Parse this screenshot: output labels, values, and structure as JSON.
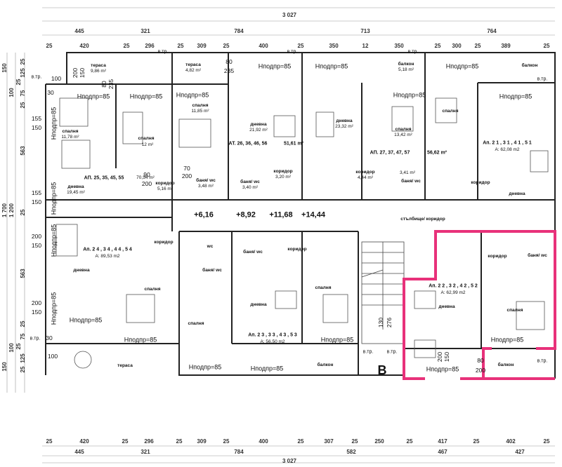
{
  "dims_top": {
    "total": "3 027",
    "row2": [
      "445",
      "321",
      "784",
      "713",
      "764"
    ],
    "row3": [
      "25",
      "420",
      "25",
      "296",
      "25",
      "309",
      "25",
      "400",
      "25",
      "350",
      "12",
      "350",
      "25",
      "300",
      "25",
      "389",
      "25"
    ]
  },
  "dims_bottom": {
    "total": "3 027",
    "row2": [
      "445",
      "321",
      "784",
      "582",
      "467",
      "427"
    ],
    "row1": [
      "25",
      "420",
      "25",
      "296",
      "25",
      "309",
      "25",
      "400",
      "25",
      "307",
      "25",
      "250",
      "25",
      "417",
      "25",
      "402",
      "25"
    ]
  },
  "dims_left": {
    "total": "1 700",
    "mid": [
      "150",
      "100",
      "1 200",
      "100",
      "150"
    ],
    "inner": [
      "25",
      "125",
      "25",
      "75",
      "25",
      "563",
      "25",
      "563",
      "25",
      "75",
      "25",
      "125",
      "25"
    ],
    "openings": [
      "155",
      "150",
      "155",
      "150",
      "200",
      "150",
      "200",
      "150"
    ]
  },
  "elevations": [
    "+6,16",
    "+8,92",
    "+11,68",
    "+14,44"
  ],
  "section_letter": "B",
  "stair_label": "стълбище/ коридор",
  "stair_dims": [
    "130",
    "276"
  ],
  "apartments": [
    {
      "label": "АП. 25, 35, 45, 55",
      "area": "70,54 m²"
    },
    {
      "label": "АТ. 26, 36, 46, 56",
      "area": "51,61 m²"
    },
    {
      "label": "АП. 27, 37, 47, 57",
      "area": "56,62 m²"
    },
    {
      "label": "Ап. 2 1 , 3 1 , 4 1 , 5 1",
      "area": "A: 62,08 m2"
    },
    {
      "label": "Ап. 2 4 , 3 4 , 4 4 , 5 4",
      "area": "A: 89,53 m2"
    },
    {
      "label": "Ап. 2 3 , 3 3 , 4 3 , 5 3",
      "area": "A: 56,50 m2"
    },
    {
      "label": "Ап. 2 2 , 3 2 , 4 2 , 5 2",
      "area": "A: 62,99 m2"
    }
  ],
  "rooms": [
    {
      "name": "тераса",
      "area": "9,86 m²"
    },
    {
      "name": "тераса",
      "area": "4,82 m²"
    },
    {
      "name": "спалня",
      "area": "11,78 m²"
    },
    {
      "name": "спалня",
      "area": "12 m²"
    },
    {
      "name": "спалня",
      "area": "11,85 m²"
    },
    {
      "name": "дневна",
      "area": "19,45 m²"
    },
    {
      "name": "коридор",
      "area": "5,16 m²"
    },
    {
      "name": "баня/ wc",
      "area": "3,48 m²"
    },
    {
      "name": "дневна",
      "area": "21,92 m²"
    },
    {
      "name": "коридор",
      "area": "3,20 m²"
    },
    {
      "name": "баня/ wc",
      "area": "3,40 m²"
    },
    {
      "name": "дневна",
      "area": "23,32 m²"
    },
    {
      "name": "спалня",
      "area": "13,42 m²"
    },
    {
      "name": "коридор",
      "area": "4,44 m²"
    },
    {
      "name": "баня/ wc",
      "area": "3,41 m²"
    },
    {
      "name": "балкон",
      "area": "5,18 m²"
    },
    {
      "name": "спалня",
      "area": ""
    },
    {
      "name": "балкон",
      "area": ""
    },
    {
      "name": "коридор",
      "area": ""
    },
    {
      "name": "дневна",
      "area": ""
    },
    {
      "name": "дневна",
      "area": ""
    },
    {
      "name": "коридор",
      "area": ""
    },
    {
      "name": "спалня",
      "area": ""
    },
    {
      "name": "wc",
      "area": ""
    },
    {
      "name": "баня/ wc",
      "area": ""
    },
    {
      "name": "спалня",
      "area": ""
    },
    {
      "name": "тераса",
      "area": ""
    },
    {
      "name": "коридор",
      "area": ""
    },
    {
      "name": "баня/ wc",
      "area": ""
    },
    {
      "name": "дневна",
      "area": ""
    },
    {
      "name": "спалня",
      "area": ""
    },
    {
      "name": "балкон",
      "area": ""
    },
    {
      "name": "дневна",
      "area": ""
    },
    {
      "name": "спалня",
      "area": ""
    },
    {
      "name": "коридор",
      "area": ""
    },
    {
      "name": "баня/ wc",
      "area": ""
    },
    {
      "name": "балкон",
      "area": ""
    }
  ],
  "window_note": "Нподпр=85",
  "vent_label": "в.тр.",
  "misc_dims": [
    "100",
    "30",
    "100",
    "30"
  ],
  "door_dims": [
    "200",
    "150",
    "80",
    "235",
    "90",
    "200",
    "70",
    "200",
    "80",
    "235",
    "200",
    "150",
    "80",
    "200"
  ],
  "colors": {
    "highlight": "#e8317a",
    "wall": "#222222",
    "hatch": "#555555"
  }
}
